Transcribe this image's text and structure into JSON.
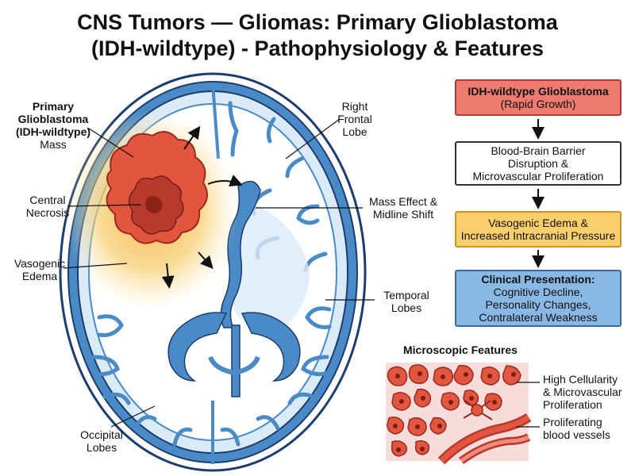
{
  "title": {
    "line1": "CNS Tumors — Gliomas: Primary Glioblastoma",
    "line2": "(IDH-wildtype) - Pathophysiology & Features"
  },
  "labels": {
    "primary_mass": [
      "Primary",
      "Glioblastoma",
      "(IDH-wildtype)",
      "Mass"
    ],
    "central_necrosis": [
      "Central",
      "Necrosis"
    ],
    "vasogenic_edema": [
      "Vasogenic",
      "Edema"
    ],
    "right_frontal": [
      "Right",
      "Frontal",
      "Lobe"
    ],
    "mass_effect": [
      "Mass Effect &",
      "Midline Shift"
    ],
    "temporal": [
      "Temporal",
      "Lobes"
    ],
    "occipital": [
      "Occipital",
      "Lobes"
    ]
  },
  "flowchart": {
    "box1": {
      "line1": "IDH-wildtype Glioblastoma",
      "line2": "(Rapid Growth)"
    },
    "box2": {
      "line1": "Blood-Brain Barrier",
      "line2": "Disruption &",
      "line3": "Microvascular Proliferation"
    },
    "box3": {
      "line1": "Vasogenic Edema &",
      "line2": "Increased Intracranial Pressure"
    },
    "box4": {
      "line1": "Clinical Presentation:",
      "line2": "Cognitive Decline,",
      "line3": "Personality Changes,",
      "line4": "Contralateral Weakness"
    }
  },
  "microscopic": {
    "title": "Microscopic Features",
    "label1": [
      "High Cellularity",
      "& Microvascular",
      "Proliferation"
    ],
    "label2": [
      "Proliferating",
      "blood vessels"
    ]
  },
  "colors": {
    "brain_outline": "#1c3d6e",
    "cortex_blue": "#4a8ac6",
    "light_blue": "#dbeaf7",
    "tumor_red": "#e2553f",
    "necrosis": "#b8392e",
    "edema_yellow": "#f5c25a"
  }
}
